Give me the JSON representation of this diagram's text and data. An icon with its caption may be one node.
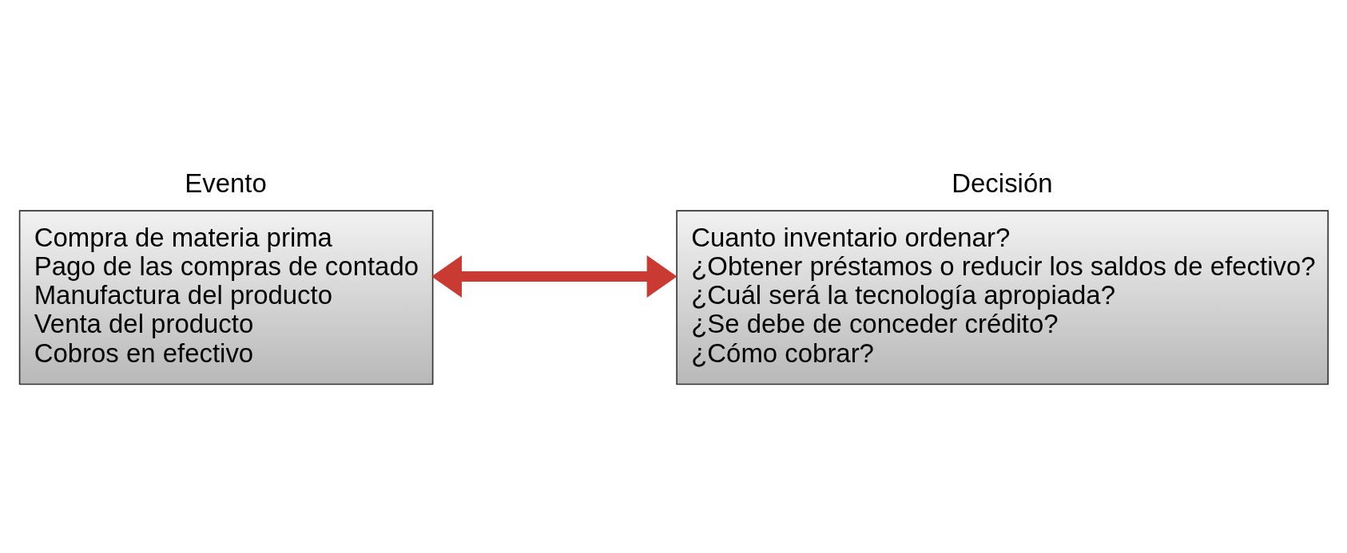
{
  "diagram": {
    "nodes": [
      {
        "text": [
          "Evento",
          "Compra de materia prima",
          "Pago de las compras de contado",
          "Manufactura del producto",
          "Venta del producto",
          "Cobros en efectivo"
        ]
      },
      {
        "text": [
          "Decisión",
          "Cuanto inventario ordenar?",
          "¿Obtener préstamos o reducir los saldos de efectivo?",
          "¿Cuál será la tecnología apropiada?",
          "¿Se debe de conceder crédito?",
          "¿Cómo cobrar?"
        ]
      }
    ],
    "edges": [
      {
        "from": 0,
        "to": 1,
        "arrow": "both",
        "color": "#c83a32"
      }
    ]
  }
}
